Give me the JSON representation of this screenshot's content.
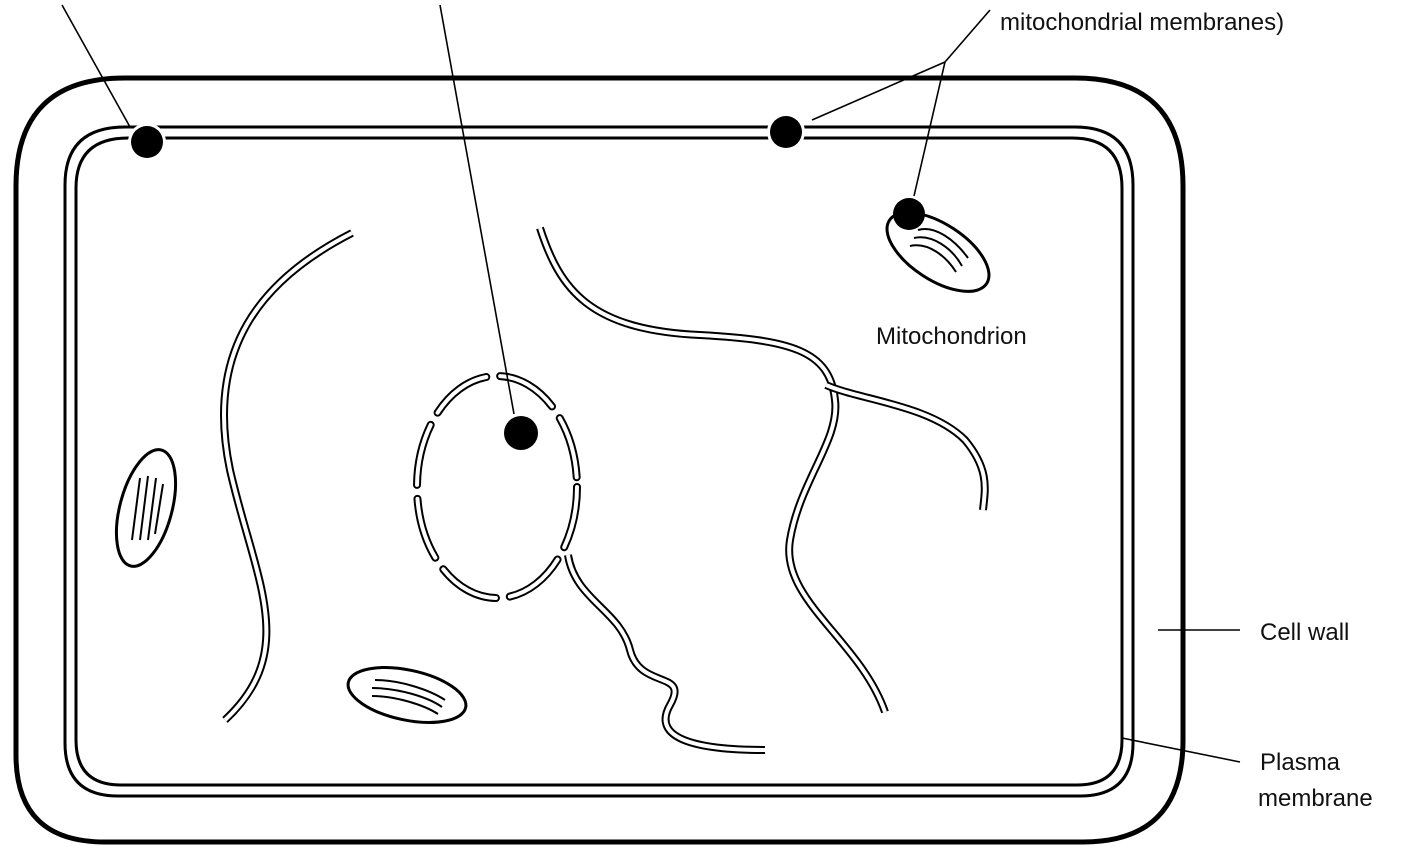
{
  "labels": {
    "top_right_line1": "mitochondrial membranes)",
    "mitochondrion": "Mitochondrion",
    "cell_wall": "Cell wall",
    "plasma_membrane_line1": "Plasma",
    "plasma_membrane_line2": "membrane"
  }
}
